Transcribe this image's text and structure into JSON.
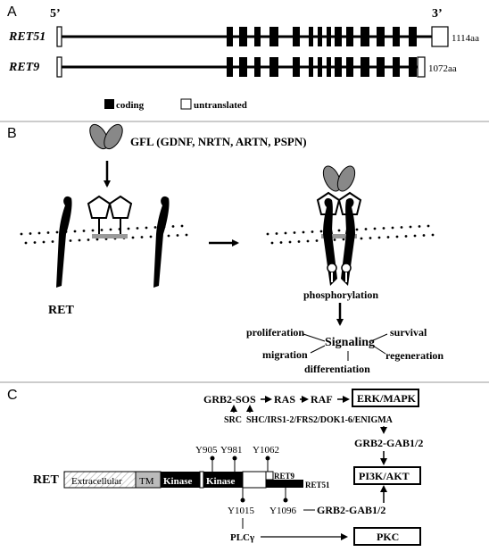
{
  "panel_a": {
    "label": "A",
    "five_prime": "5’",
    "three_prime": "3’",
    "isoforms": [
      {
        "name": "RET51",
        "length": "1114aa"
      },
      {
        "name": "RET9",
        "length": "1072aa"
      }
    ],
    "legend": {
      "coding": "coding",
      "untranslated": "untranslated"
    }
  },
  "panel_b": {
    "label": "B",
    "gfl_label": "GFL (GDNF, NRTN, ARTN, PSPN)",
    "ret_label": "RET",
    "phosphorylation": "phosphorylation",
    "signaling": "Signaling",
    "outputs": {
      "proliferation": "proliferation",
      "survival": "survival",
      "migration": "migration",
      "regeneration": "regeneration",
      "differentiation": "differentiation"
    }
  },
  "panel_c": {
    "label": "C",
    "ret_label": "RET",
    "domains": {
      "extracellular": "Extracellular",
      "tm": "TM",
      "kinase1": "Kinase",
      "kinase2": "Kinase",
      "ret9": "RET9",
      "ret51": "RET51"
    },
    "tyrosines": {
      "y905": "Y905",
      "y981": "Y981",
      "y1062": "Y1062",
      "y1015": "Y1015",
      "y1096": "Y1096"
    },
    "pathway": {
      "grb2_sos": "GRB2-SOS",
      "ras": "RAS",
      "raf": "RAF",
      "erk_mapk": "ERK/MAPK",
      "src": "SRC",
      "adaptors": "SHC/IRS1-2/FRS2/DOK1-6/ENIGMA",
      "grb2_gab1": "GRB2-GAB1/2",
      "pi3k_akt": "PI3K/AKT",
      "grb2_gab2": "GRB2-GAB1/2",
      "plc": "PLCγ",
      "pkc": "PKC"
    }
  }
}
